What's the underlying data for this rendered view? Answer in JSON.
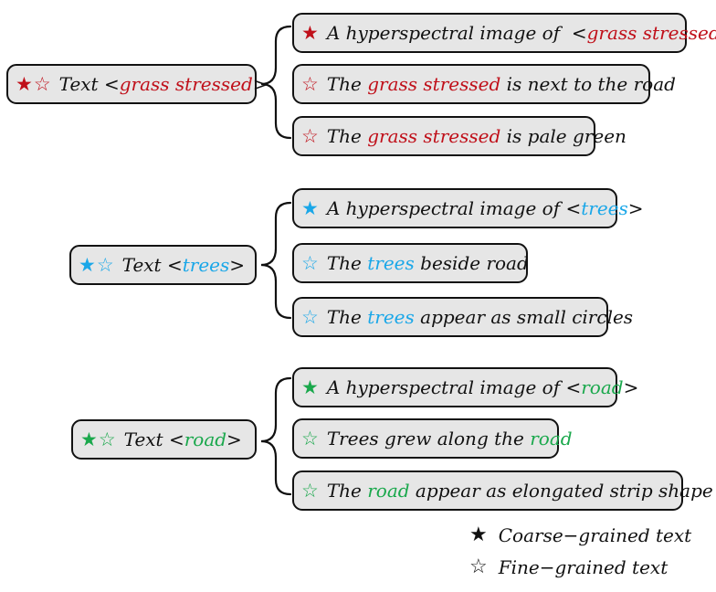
{
  "colors": {
    "grass": "#c0101a",
    "trees": "#1aa7e8",
    "road": "#1aa84c",
    "ink": "#111111",
    "box_fill": "#e6e6e6"
  },
  "groups": [
    {
      "key": "grass",
      "parent": {
        "coarse_star": "★",
        "fine_star": "☆",
        "prefix": "Text <",
        "class_name": "grass stressed",
        "suffix": ">"
      },
      "children": [
        {
          "star": "★",
          "before": "A hyperspectral image of  <",
          "class_name": "grass stressed",
          "after": ">"
        },
        {
          "star": "☆",
          "before": "The ",
          "class_name": "grass stressed",
          "after": " is next to the road"
        },
        {
          "star": "☆",
          "before": "The ",
          "class_name": "grass stressed",
          "after": " is pale green"
        }
      ]
    },
    {
      "key": "trees",
      "parent": {
        "coarse_star": "★",
        "fine_star": "☆",
        "prefix": "Text <",
        "class_name": "trees",
        "suffix": ">"
      },
      "children": [
        {
          "star": "★",
          "before": "A hyperspectral image of <",
          "class_name": "trees",
          "after": ">"
        },
        {
          "star": "☆",
          "before": "The ",
          "class_name": "trees",
          "after": " beside road"
        },
        {
          "star": "☆",
          "before": "The ",
          "class_name": "trees",
          "after": " appear as small circles"
        }
      ]
    },
    {
      "key": "road",
      "parent": {
        "coarse_star": "★",
        "fine_star": "☆",
        "prefix": "Text <",
        "class_name": "road",
        "suffix": ">"
      },
      "children": [
        {
          "star": "★",
          "before": "A hyperspectral image of <",
          "class_name": "road",
          "after": ">"
        },
        {
          "star": "☆",
          "before": "Trees grew along the ",
          "class_name": "road",
          "after": ""
        },
        {
          "star": "☆",
          "before": "The ",
          "class_name": "road",
          "after": " appear as elongated strip shape"
        }
      ]
    }
  ],
  "legend": [
    {
      "star": "★",
      "label": "Coarse−grained text"
    },
    {
      "star": "☆",
      "label": "Fine−grained text"
    }
  ]
}
